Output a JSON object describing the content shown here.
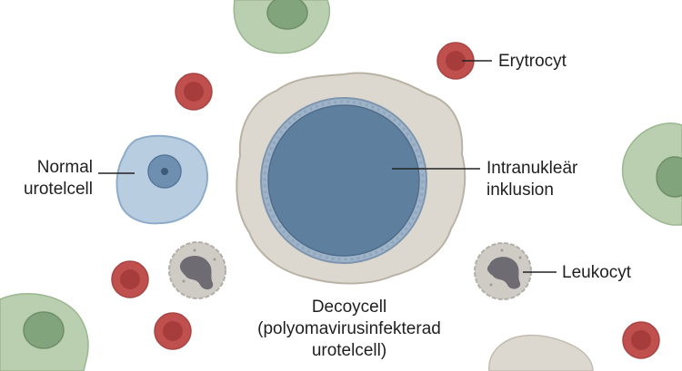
{
  "labels": {
    "erythrocyte": "Erytrocyt",
    "normal_cell_line1": "Normal",
    "normal_cell_line2": "urotelcell",
    "intranuclear_line1": "Intranukleär",
    "intranuclear_line2": "inklusion",
    "leukocyte": "Leukocyt",
    "decoy_line1": "Decoycell",
    "decoy_line2": "(polyomavirusinfekterad",
    "decoy_line3": "urotelcell)"
  },
  "colors": {
    "background": "#ffffff",
    "rbc_outer": "#c0504d",
    "rbc_inner": "#a63d3c",
    "urothelial_fill": "#b8cde0",
    "urothelial_nucleus": "#6f8fb0",
    "decoy_cytoplasm": "#ddd8cf",
    "decoy_nucleus": "#5e7f9f",
    "leukocyte_fill": "#cfccc6",
    "leukocyte_nucleus": "#6e6b73",
    "squamous_fill": "#b5ccac",
    "squamous_nucleus": "#7fa07a",
    "leader_line": "#222222"
  }
}
